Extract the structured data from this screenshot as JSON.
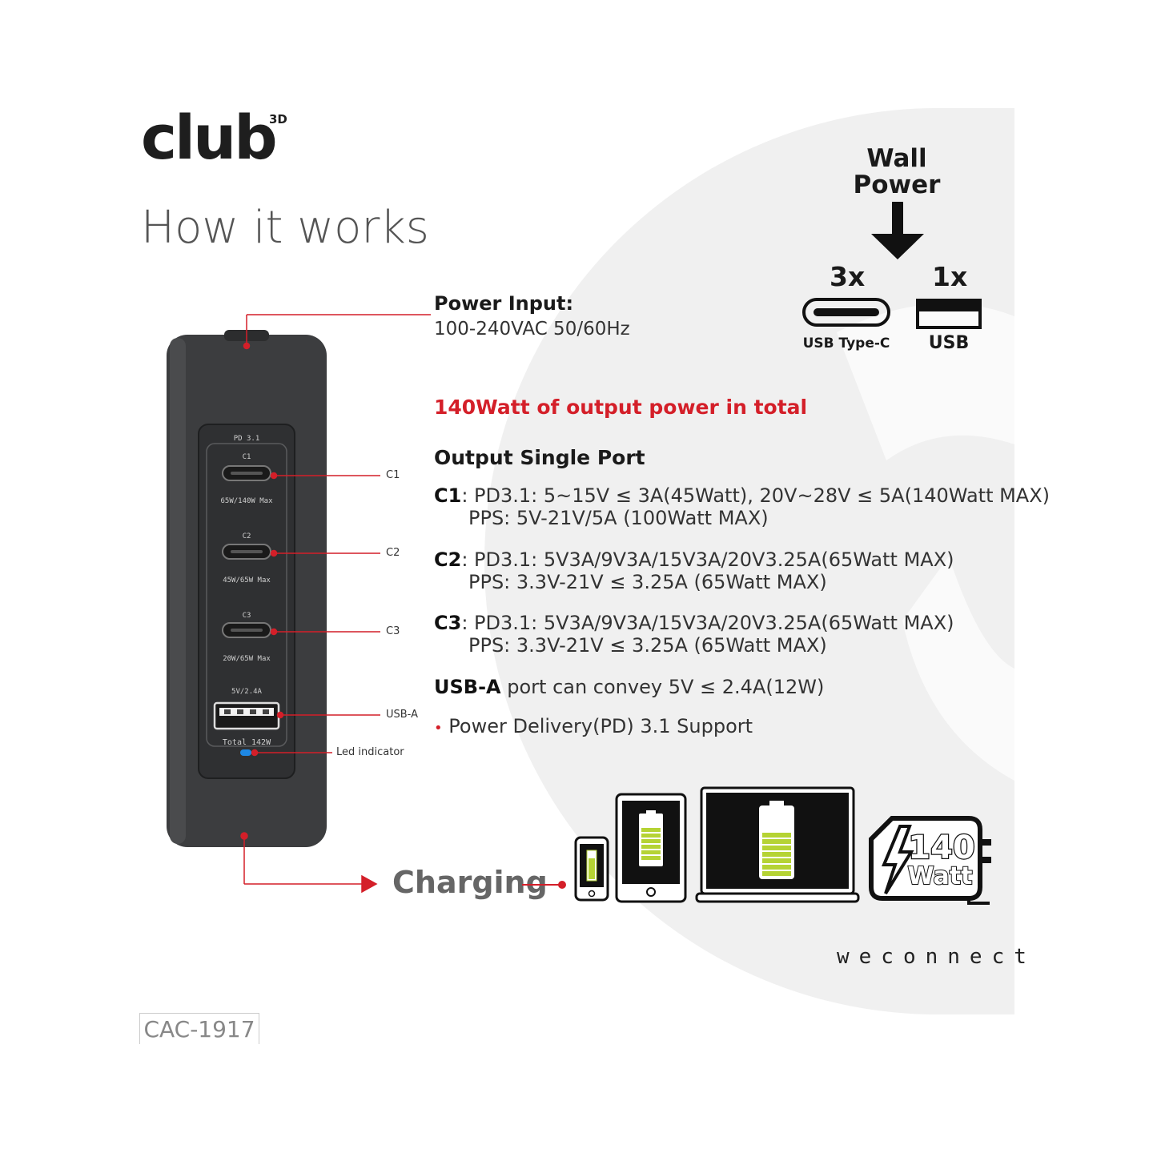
{
  "brand": {
    "name": "club",
    "superscript": "3D"
  },
  "headline": "How it works",
  "power_input": {
    "title": "Power Input:",
    "value": "100-240VAC 50/60Hz"
  },
  "total_power": "140Watt of output power in total",
  "output_title": "Output Single Port",
  "specs": {
    "c1": {
      "label": "C1",
      "line1": ": PD3.1: 5~15V ≤ 3A(45Watt), 20V~28V ≤ 5A(140Watt MAX)",
      "line2": "PPS: 5V-21V/5A (100Watt MAX)"
    },
    "c2": {
      "label": "C2",
      "line1": ": PD3.1: 5V3A/9V3A/15V3A/20V3.25A(65Watt MAX)",
      "line2": "PPS: 3.3V-21V ≤ 3.25A (65Watt MAX)"
    },
    "c3": {
      "label": "C3",
      "line1": ": PD3.1: 5V3A/9V3A/15V3A/20V3.25A(65Watt MAX)",
      "line2": "PPS: 3.3V-21V ≤ 3.25A (65Watt MAX)"
    },
    "usba": {
      "label": "USB-A",
      "text": " port can convey 5V ≤ 2.4A(12W)"
    },
    "bullet": "Power Delivery(PD) 3.1 Support"
  },
  "wall": {
    "title_line1": "Wall",
    "title_line2": "Power",
    "typec_qty": "3x",
    "typec_label": "USB Type-C",
    "usb_qty": "1x",
    "usb_label": "USB"
  },
  "device": {
    "pd_label": "PD 3.1",
    "ports": [
      {
        "id": "C1",
        "rating": "65W/140W Max"
      },
      {
        "id": "C2",
        "rating": "45W/65W Max"
      },
      {
        "id": "C3",
        "rating": "20W/65W Max"
      }
    ],
    "usba_rating": "5V/2.4A",
    "total": "Total 142W"
  },
  "callouts": {
    "c1": "C1",
    "c2": "C2",
    "c3": "C3",
    "usba": "USB-A",
    "led": "Led indicator"
  },
  "charging": "Charging",
  "badge": {
    "number": "140",
    "unit": "Watt"
  },
  "tagline": "weconnect",
  "model": "CAC-1917",
  "colors": {
    "accent_red": "#d41f29",
    "battery_green": "#b5d334",
    "device_body": "#3c3d3f"
  }
}
